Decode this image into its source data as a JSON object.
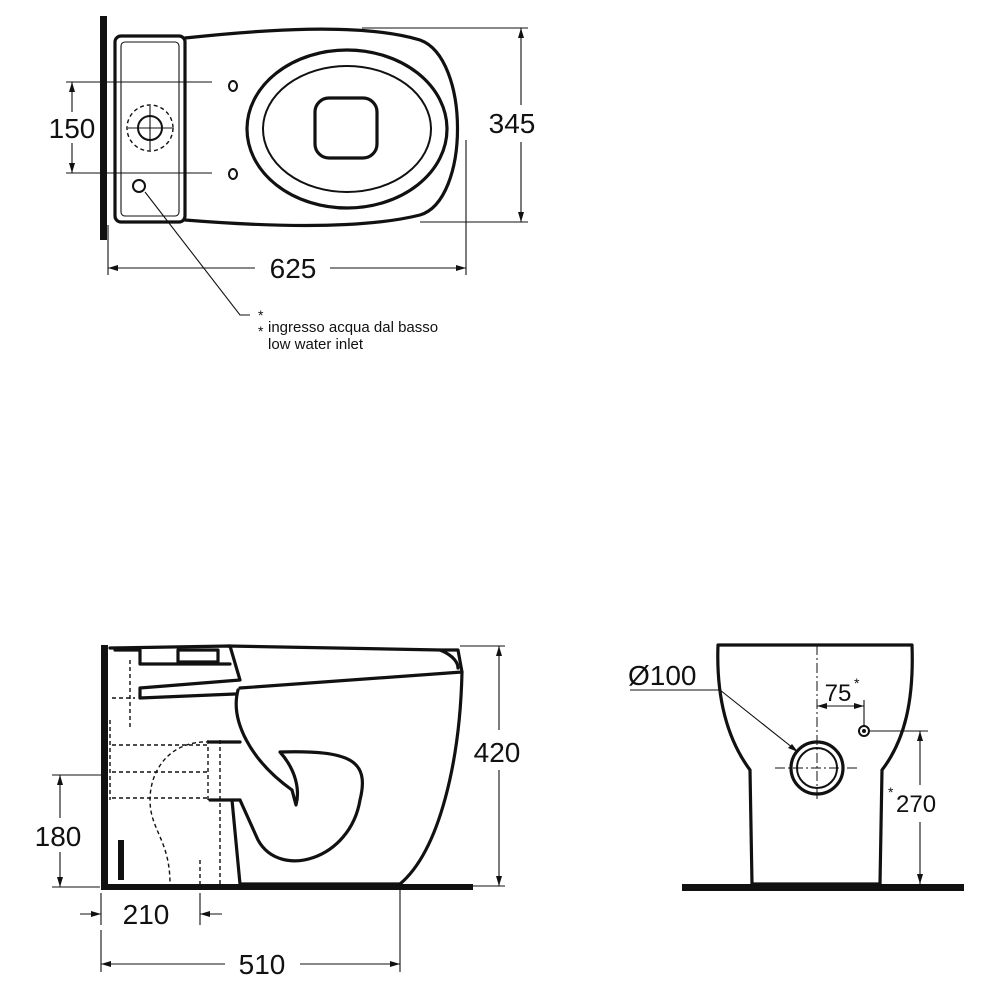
{
  "top_view": {
    "width_dim": "625",
    "depth_dim": "345",
    "fixing_dim": "150",
    "note_star": "*",
    "note_it": "ingresso acqua dal basso",
    "note_en": "low water inlet"
  },
  "side_view": {
    "height_dim": "420",
    "outlet_height_dim": "180",
    "outlet_offset_dim": "210",
    "length_dim": "510"
  },
  "rear_view": {
    "outlet_diameter_dim": "Ø100",
    "inlet_offset_dim": "75",
    "inlet_offset_star": "*",
    "inlet_height_dim": "270",
    "inlet_height_star": "*"
  }
}
